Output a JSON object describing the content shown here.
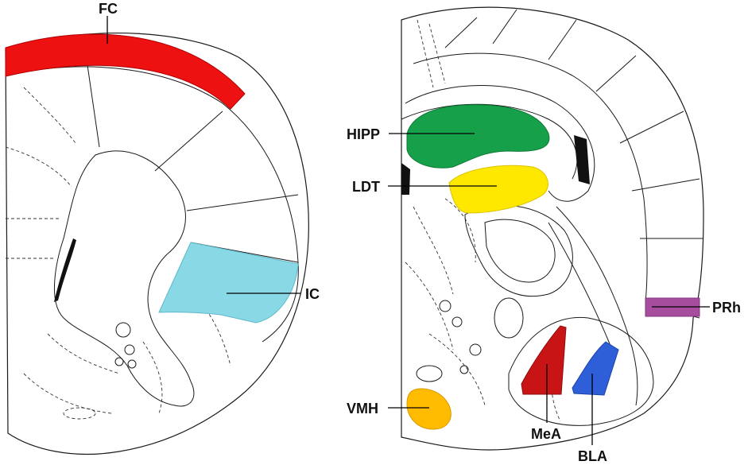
{
  "panels": {
    "left": {
      "regions": [
        {
          "id": "fc",
          "label": "FC",
          "color": "#ee1111"
        },
        {
          "id": "ic",
          "label": "IC",
          "color": "#88d8e6"
        }
      ]
    },
    "right": {
      "regions": [
        {
          "id": "hipp",
          "label": "HIPP",
          "color": "#17a04a"
        },
        {
          "id": "ldt",
          "label": "LDT",
          "color": "#ffe800"
        },
        {
          "id": "prh",
          "label": "PRh",
          "color": "#a64d9e"
        },
        {
          "id": "vmh",
          "label": "VMH",
          "color": "#ffbb00"
        },
        {
          "id": "mea",
          "label": "MeA",
          "color": "#c81414"
        },
        {
          "id": "bla",
          "label": "BLA",
          "color": "#2e5fd9"
        }
      ]
    }
  }
}
